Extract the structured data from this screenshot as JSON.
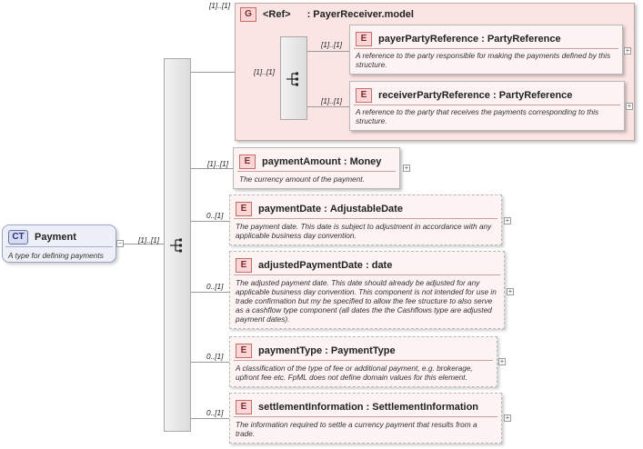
{
  "root": {
    "badge": "CT",
    "name": "Payment",
    "doc": "A type for defining payments",
    "multiplicity": "[1]..[1]"
  },
  "group": {
    "multiplicity": "[1]..[1]",
    "badge": "G",
    "ref_label": "<Ref>",
    "name": ": PayerReceiver.model",
    "seq_multiplicity": "[1]..[1]"
  },
  "elements": [
    {
      "badge": "E",
      "name": "payerPartyReference",
      "type": "PartyReference",
      "multiplicity": "[1]..[1]",
      "doc": "A reference to the party responsible for making the payments defined by this structure."
    },
    {
      "badge": "E",
      "name": "receiverPartyReference",
      "type": "PartyReference",
      "multiplicity": "[1]..[1]",
      "doc": "A reference to the party that receives the payments corresponding to this structure."
    },
    {
      "badge": "E",
      "name": "paymentAmount",
      "type": "Money",
      "multiplicity": "[1]..[1]",
      "doc": "The currency amount of the payment."
    },
    {
      "badge": "E",
      "name": "paymentDate",
      "type": "AdjustableDate",
      "multiplicity": "0..[1]",
      "doc": "The payment date. This date is subject to adjustment in accordance with any applicable business day convention."
    },
    {
      "badge": "E",
      "name": "adjustedPaymentDate",
      "type": "date",
      "multiplicity": "0..[1]",
      "doc": "The adjusted payment date. This date should already be adjusted for any applicable business day convention. This component is not intended for use in trade confirmation but my be specified to allow the fee structure to also serve as a cashflow type component (all dates the the Cashflows type are adjusted payment dates)."
    },
    {
      "badge": "E",
      "name": "paymentType",
      "type": "PaymentType",
      "multiplicity": "0..[1]",
      "doc": "A classification of the type of fee or additional payment, e.g. brokerage, upfront fee etc. FpML does not define domain values for this element."
    },
    {
      "badge": "E",
      "name": "settlementInformation",
      "type": "SettlementInformation",
      "multiplicity": "0..[1]",
      "doc": "The information required to settle a currency payment that results from a trade."
    }
  ],
  "ui": {
    "expand_symbol": "+",
    "collapse_symbol": "−",
    "type_separator": " : "
  }
}
